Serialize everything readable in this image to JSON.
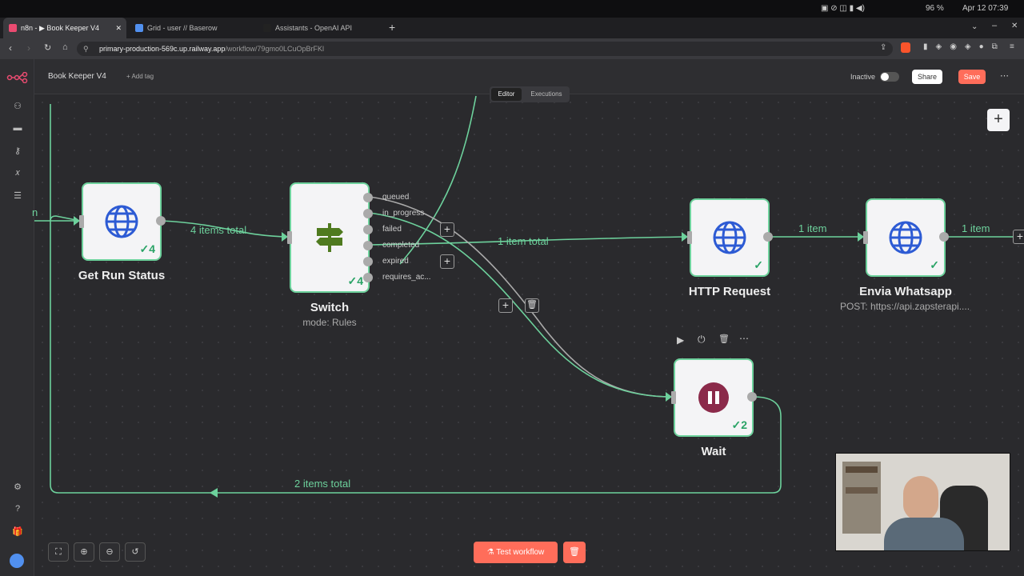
{
  "system": {
    "battery": "96 %",
    "datetime": "Apr 12  07:39"
  },
  "tabs": [
    {
      "label": "n8n - ▶ Book Keeper V4",
      "color": "#ea4b71"
    },
    {
      "label": "Grid - user // Baserow",
      "color": "#5190ef"
    },
    {
      "label": "Assistants - OpenAI API",
      "color": "#222222"
    }
  ],
  "address": {
    "host": "primary-production-569c.up.railway.app",
    "path": "/workflow/79gmo0LCuOpBrFKl"
  },
  "app": {
    "workflow_name": "Book Keeper V4",
    "add_tag": "+ Add tag",
    "inactive": "Inactive",
    "share": "Share",
    "save": "Save",
    "view_editor": "Editor",
    "view_executions": "Executions"
  },
  "nodes": {
    "get_run_status": {
      "title": "Get Run Status",
      "count": "4"
    },
    "switch": {
      "title": "Switch",
      "subtitle": "mode: Rules",
      "count": "4",
      "outputs": [
        "queued",
        "in_progress",
        "failed",
        "completed",
        "expired",
        "requires_ac..."
      ]
    },
    "http_request": {
      "title": "HTTP Request"
    },
    "envia_whatsapp": {
      "title": "Envia Whatsapp",
      "subtitle": "POST: https://api.zapsterapi...."
    },
    "wait": {
      "title": "Wait",
      "count": "2"
    }
  },
  "edges": {
    "status_to_switch": "4 items total",
    "completed_to_http": "1 item total",
    "http_to_whatsapp": "1 item",
    "whatsapp_out": "1 item",
    "wait_loop": "2 items total",
    "left_fragment": "n"
  },
  "footer": {
    "test_workflow": "Test workflow"
  },
  "colors": {
    "accent": "#ff6d5a",
    "edge": "#6dd19c",
    "check": "#29a366",
    "wait": "#8b2a4a"
  }
}
